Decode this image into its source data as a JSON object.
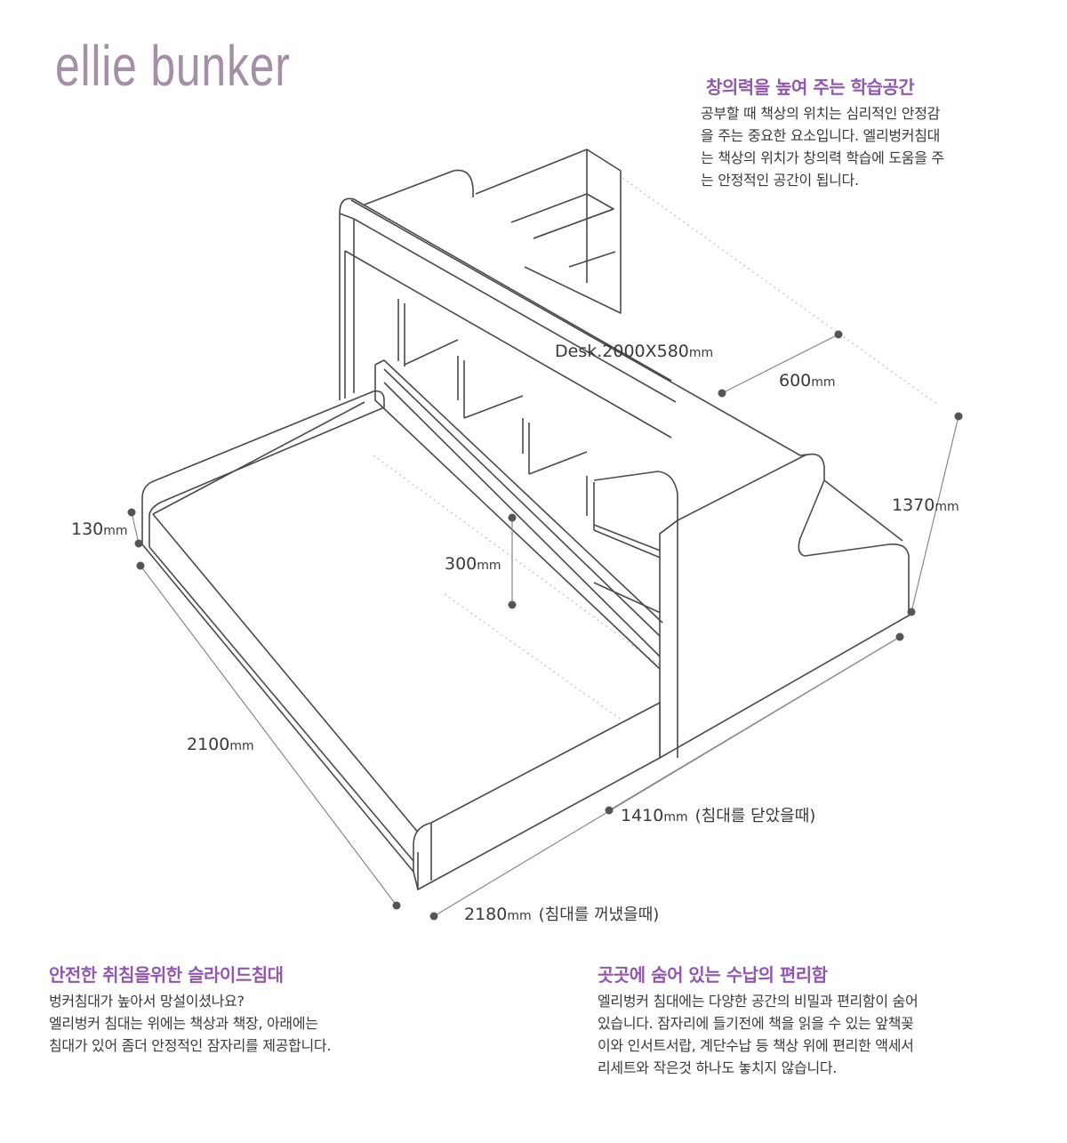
{
  "brand": {
    "logo_text": "ellie bunker"
  },
  "sections": {
    "study": {
      "title": "창의력을 높여 주는 학습공간",
      "lines": [
        "공부할 때 책상의 위치는 심리적인 안정감",
        "을 주는 중요한 요소입니다. 엘리벙커침대",
        "는 책상의 위치가 창의력 학습에 도움을 주",
        "는 안정적인 공간이 됩니다."
      ]
    },
    "slide_bed": {
      "title": "안전한 취침을위한 슬라이드침대",
      "lines": [
        "벙커침대가 높아서 망설이셨나요?",
        "엘리벙커 침대는 위에는 책상과 책장, 아래에는",
        "침대가 있어 좀더 안정적인 잠자리를 제공합니다."
      ]
    },
    "storage": {
      "title": "곳곳에 숨어 있는 수납의 편리함",
      "lines": [
        "엘리벙커 침대에는 다양한 공간의 비밀과 편리함이 숨어",
        "있습니다. 잠자리에 들기전에 책을 읽을 수 있는 앞책꽂",
        "이와 인서트서랍, 계단수납 등 책상 위에 편리한 액세서",
        "리세트와 작은것 하나도 놓치지 않습니다."
      ]
    }
  },
  "dimensions": {
    "desk": {
      "label": "Desk.2000X580",
      "unit": "mm"
    },
    "d600": {
      "value": "600",
      "unit": "mm"
    },
    "d1370": {
      "value": "1370",
      "unit": "mm"
    },
    "d130": {
      "value": "130",
      "unit": "mm"
    },
    "d300": {
      "value": "300",
      "unit": "mm"
    },
    "d2100": {
      "value": "2100",
      "unit": "mm"
    },
    "d1410": {
      "value": "1410",
      "unit": "mm",
      "note": "(침대를 닫았을때)"
    },
    "d2180": {
      "value": "2180",
      "unit": "mm",
      "note": "(침대를 꺼냈을때)"
    }
  },
  "colors": {
    "accent": "#9257b0",
    "logo": "#a48fa6",
    "line": "#4a4a4a",
    "dot": "#555555",
    "dotted": "#bbbbbb"
  }
}
